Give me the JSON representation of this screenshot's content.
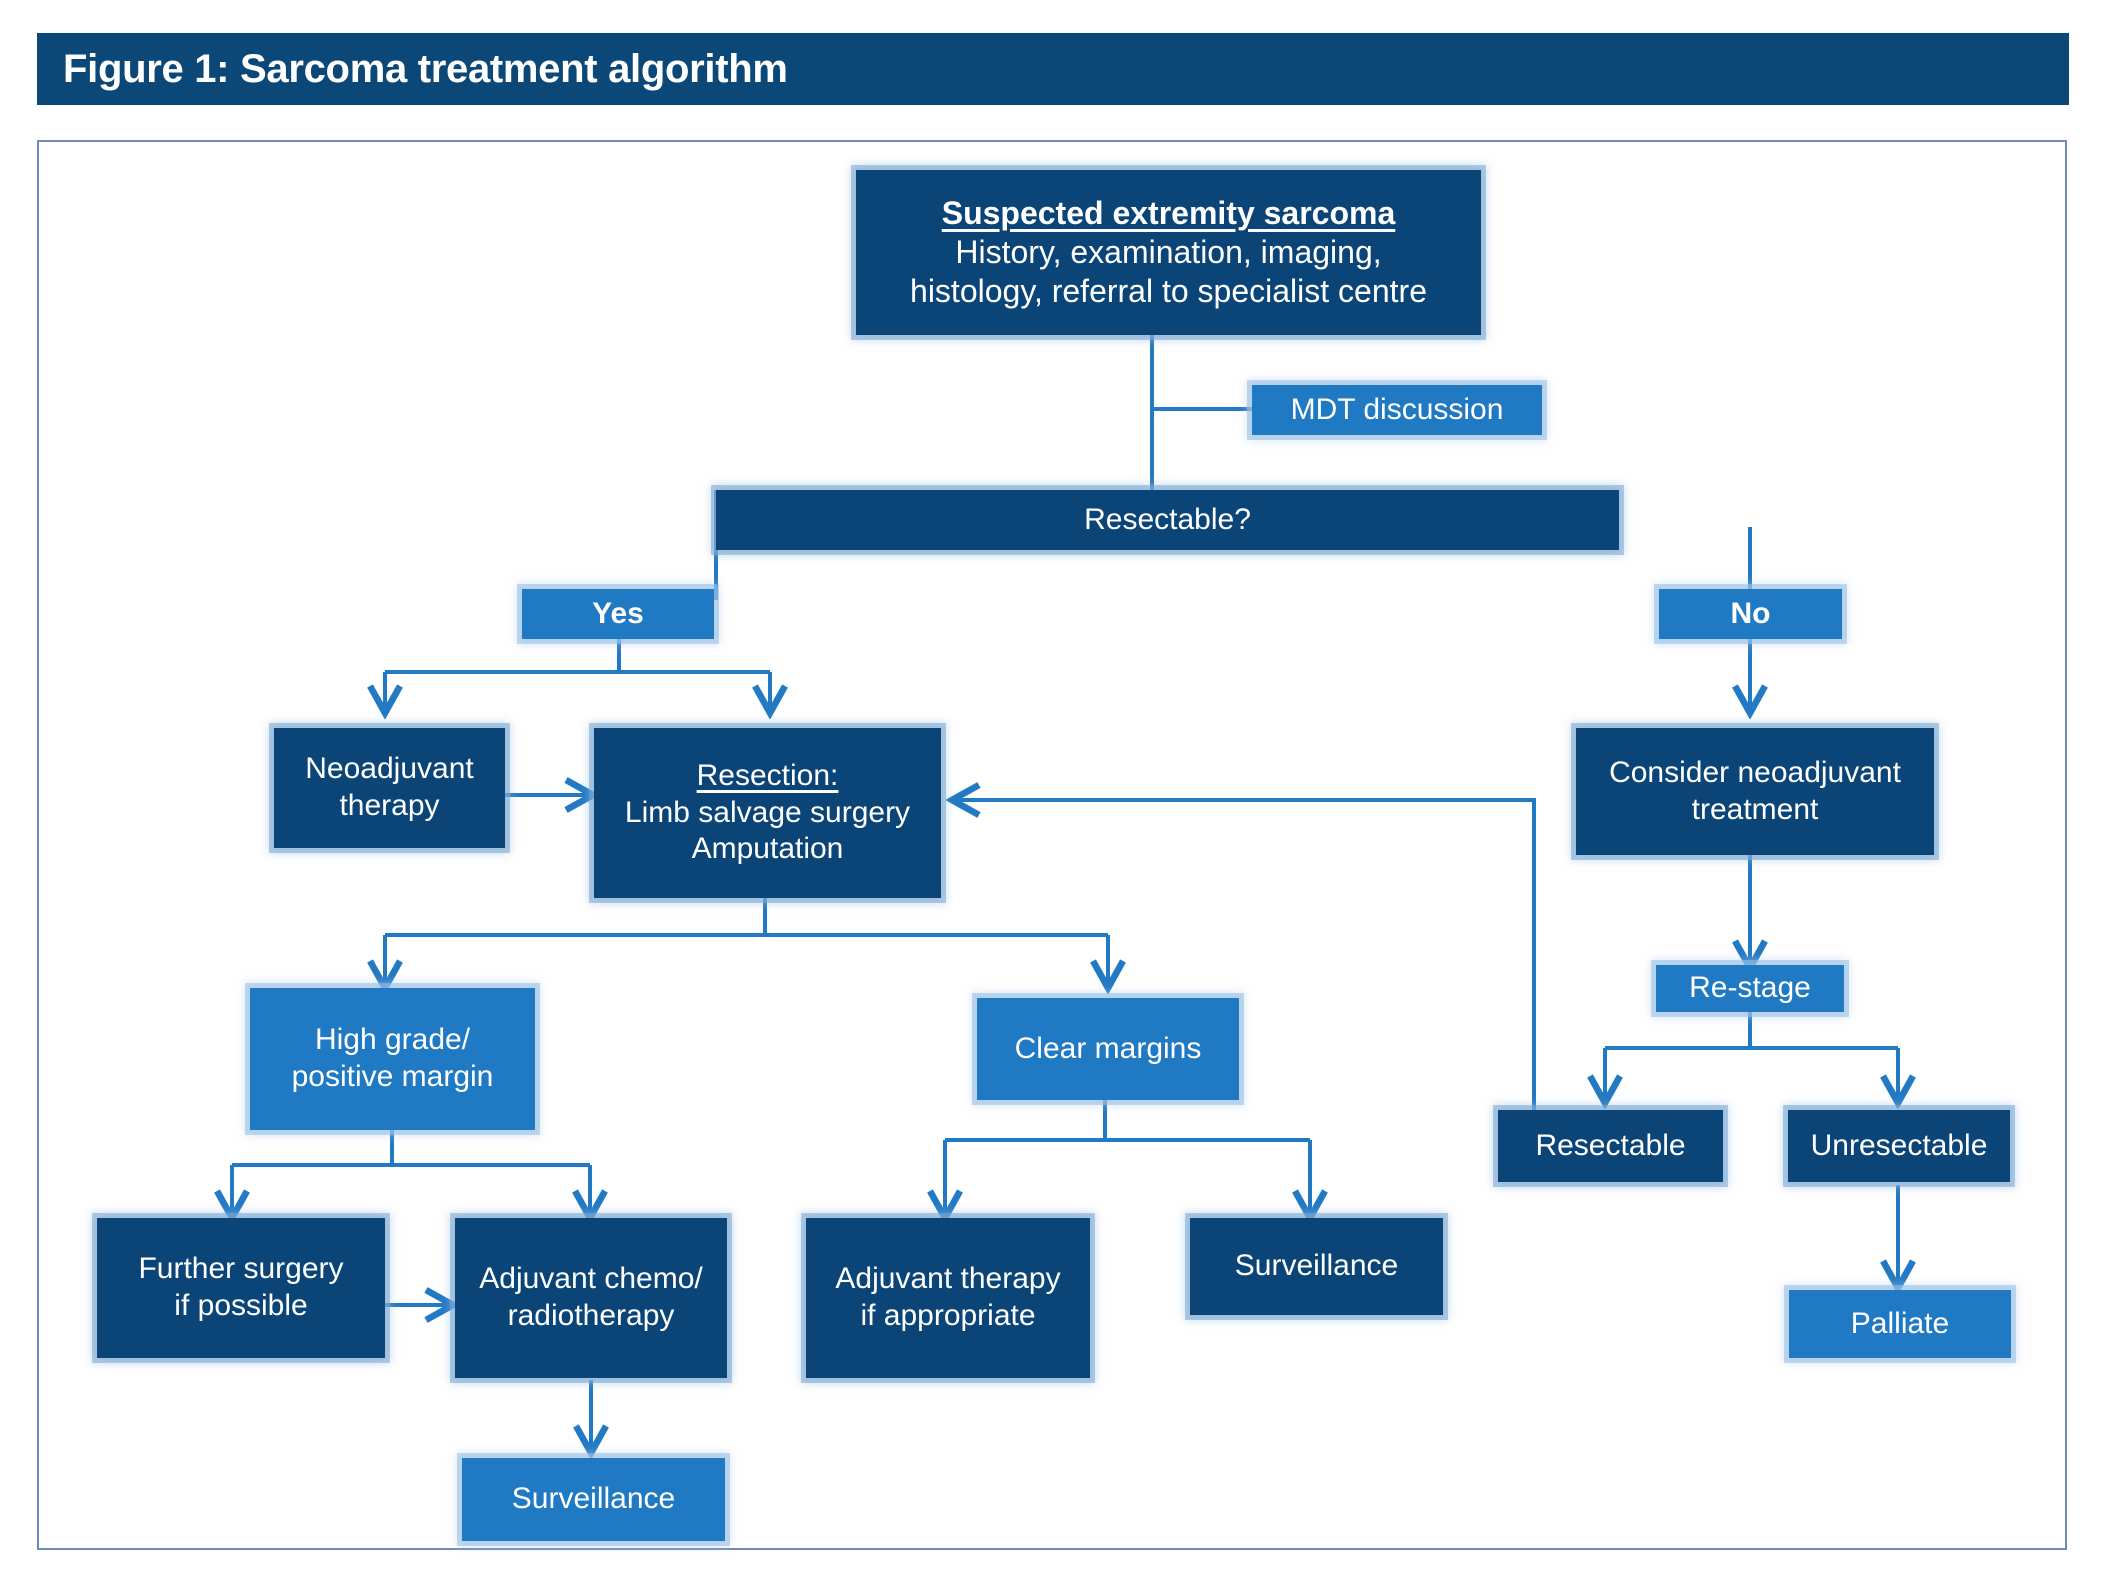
{
  "figure": {
    "title": "Figure 1: Sarcoma treatment algorithm",
    "title_bar_color": "#0B4878",
    "frame_border_color": "#6E8CB8",
    "dark_node_color": "#0B4577",
    "light_node_color": "#2079C3",
    "connector_color": "#2279C4",
    "text_color": "#FFFFFF"
  },
  "nodes": {
    "suspected": {
      "line1": "Suspected extremity sarcoma",
      "line2": "History, examination, imaging,",
      "line3": "histology, referral to specialist centre",
      "style": "dark"
    },
    "mdt": {
      "label": "MDT discussion",
      "style": "light"
    },
    "resectable_q": {
      "label": "Resectable?",
      "style": "dark"
    },
    "yes": {
      "label": "Yes",
      "style": "light"
    },
    "no": {
      "label": "No",
      "style": "light"
    },
    "neoadjuvant": {
      "line1": "Neoadjuvant",
      "line2": "therapy",
      "style": "dark"
    },
    "resection": {
      "line1": "Resection:",
      "line2": "Limb salvage surgery",
      "line3": "Amputation",
      "style": "dark"
    },
    "consider_neoadjuvant": {
      "line1": "Consider neoadjuvant",
      "line2": "treatment",
      "style": "dark"
    },
    "restage": {
      "label": "Re-stage",
      "style": "light"
    },
    "high_grade": {
      "line1": "High grade/",
      "line2": "positive margin",
      "style": "light"
    },
    "clear_margins": {
      "label": "Clear margins",
      "style": "light"
    },
    "resectable_out": {
      "label": "Resectable",
      "style": "dark"
    },
    "unresectable_out": {
      "label": "Unresectable",
      "style": "dark"
    },
    "further_surgery": {
      "line1": "Further surgery",
      "line2": "if possible",
      "style": "dark"
    },
    "adjuvant_chemo": {
      "line1": "Adjuvant chemo/",
      "line2": "radiotherapy",
      "style": "dark"
    },
    "adjuvant_therapy": {
      "line1": "Adjuvant therapy",
      "line2": "if appropriate",
      "style": "dark"
    },
    "surveillance_mid": {
      "label": "Surveillance",
      "style": "dark"
    },
    "surveillance_bottom": {
      "label": "Surveillance",
      "style": "light"
    },
    "palliate": {
      "label": "Palliate",
      "style": "light"
    }
  },
  "flow": {
    "edges": [
      "Suspected extremity sarcoma -> MDT discussion",
      "Suspected extremity sarcoma -> Resectable?",
      "Resectable? -> Yes",
      "Resectable? -> No",
      "Yes -> Neoadjuvant therapy",
      "Yes -> Resection",
      "Neoadjuvant therapy -> Resection",
      "No -> Consider neoadjuvant treatment",
      "Consider neoadjuvant treatment -> Re-stage",
      "Re-stage -> Resectable",
      "Re-stage -> Unresectable",
      "Resectable -> Resection",
      "Unresectable -> Palliate",
      "Resection -> High grade/positive margin",
      "Resection -> Clear margins",
      "High grade/positive margin -> Further surgery if possible",
      "High grade/positive margin -> Adjuvant chemo/radiotherapy",
      "Further surgery if possible -> Adjuvant chemo/radiotherapy",
      "Adjuvant chemo/radiotherapy -> Surveillance",
      "Clear margins -> Adjuvant therapy if appropriate",
      "Clear margins -> Surveillance"
    ]
  }
}
